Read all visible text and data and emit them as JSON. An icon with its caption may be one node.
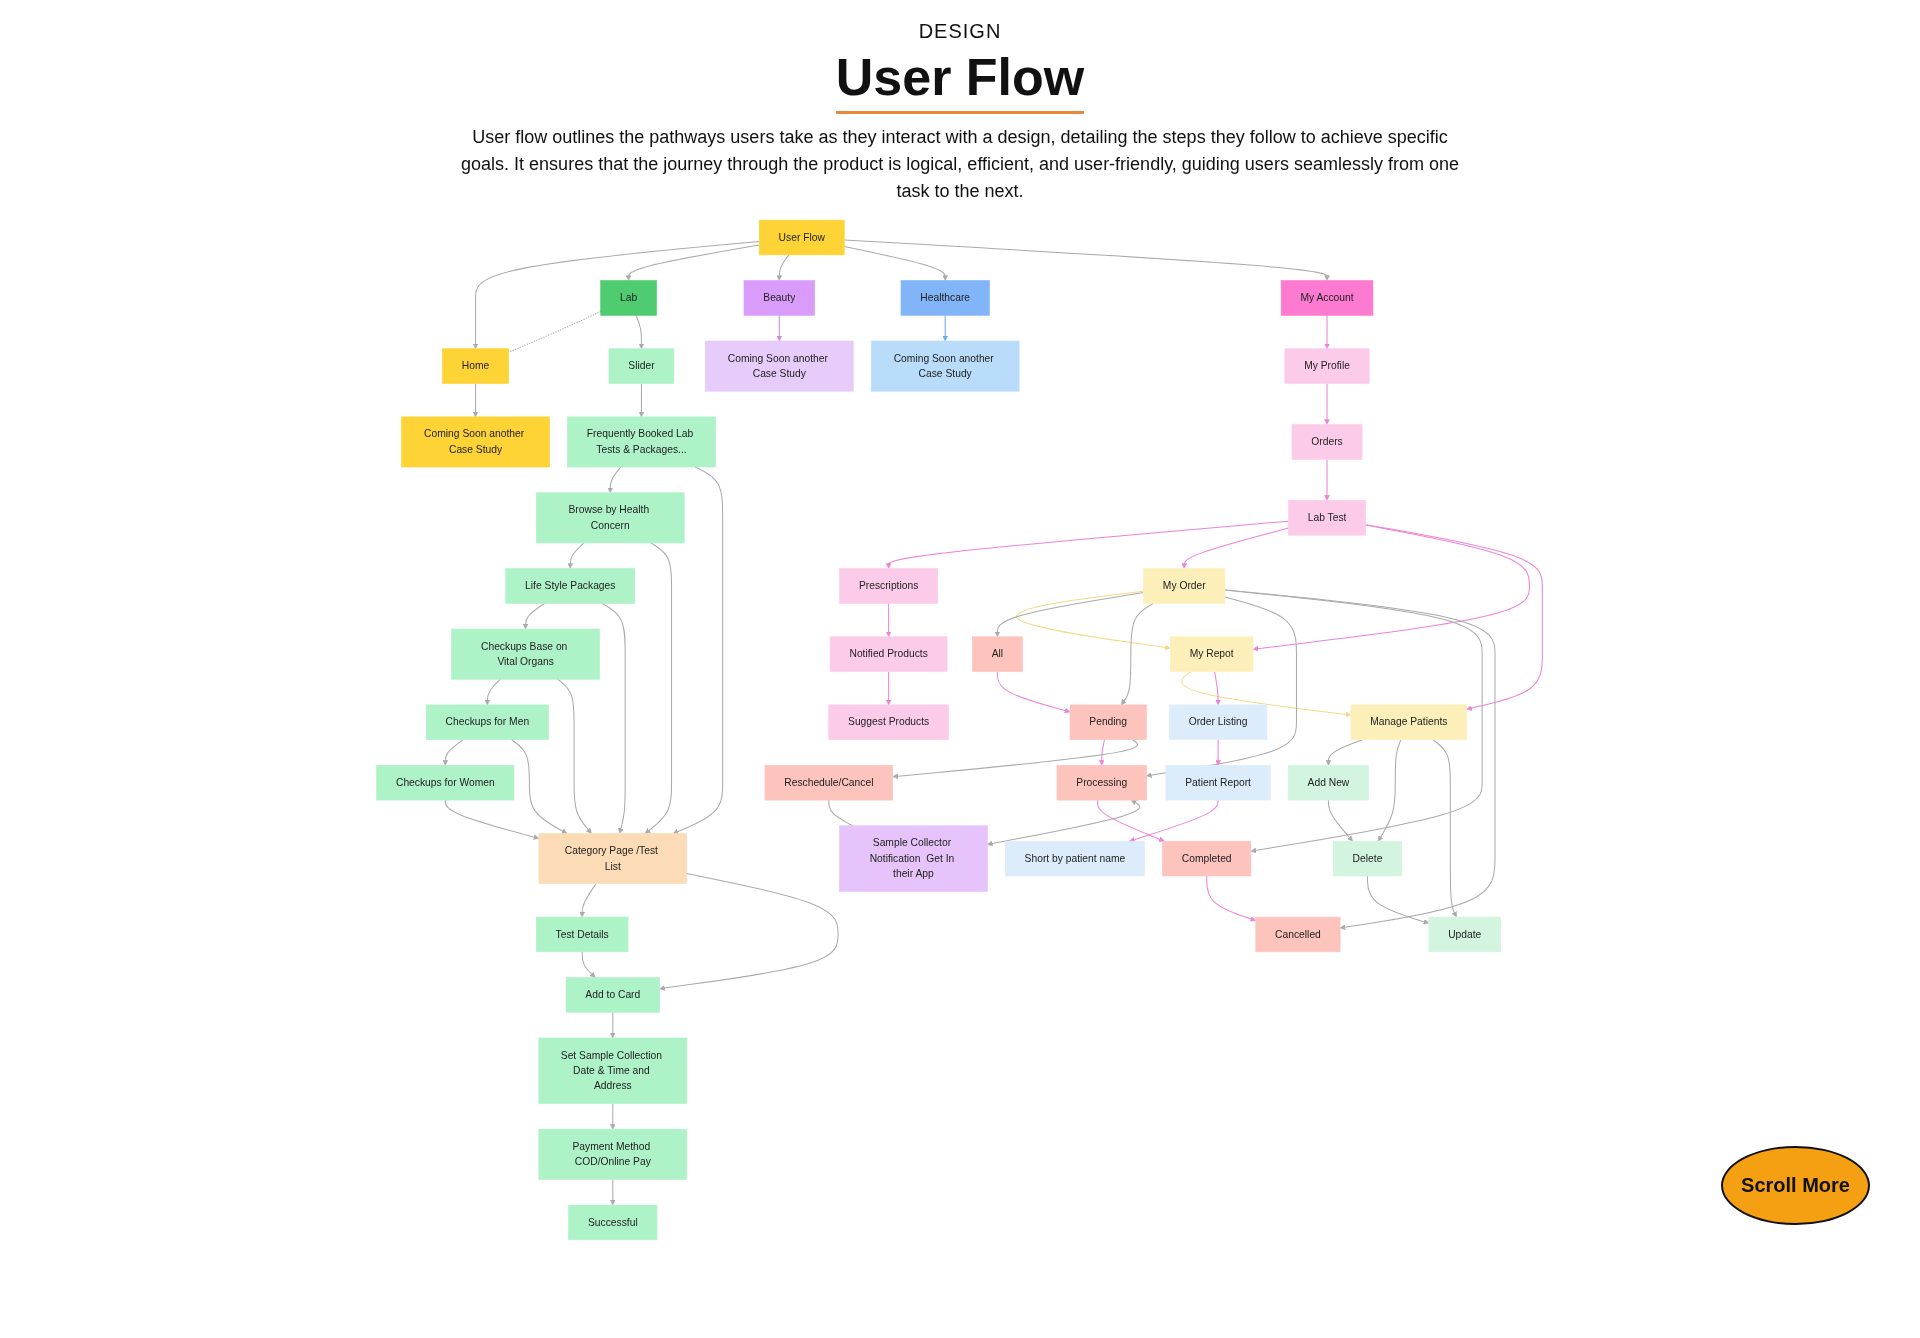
{
  "diagram": {
    "title": "User Flow",
    "caption": "User flow outlines the pathways users take as they interact with a design, detailing the steps they follow to achieve specific goals. It ensures that the journey through the product is logical, efficient, and user-friendly, guiding users seamlessly from one task to the next.",
    "nodes": [
      {
        "text": [
          "User Flow"
        ]
      },
      {
        "text": [
          "Home"
        ]
      },
      {
        "text": [
          "Lab"
        ]
      },
      {
        "text": [
          "Beauty"
        ]
      },
      {
        "text": [
          "Healthcare"
        ]
      },
      {
        "text": [
          "My Account"
        ]
      },
      {
        "text": [
          "Coming Soon another Case Study"
        ]
      },
      {
        "text": [
          "Slider"
        ]
      },
      {
        "text": [
          "Coming Soon another Case Study"
        ]
      },
      {
        "text": [
          "Coming Soon another Case Study"
        ]
      },
      {
        "text": [
          "My Profile"
        ]
      },
      {
        "text": [
          "Frequently Booked Lab Tests & Packages..."
        ]
      },
      {
        "text": [
          "Test Details"
        ]
      },
      {
        "text": [
          "Orders"
        ]
      },
      {
        "text": [
          "All"
        ]
      },
      {
        "text": [
          "Pending"
        ]
      },
      {
        "text": [
          "Reschedule/Cancel"
        ]
      },
      {
        "text": [
          "Processing"
        ]
      },
      {
        "text": [
          "Sample Collector Notification  Get In their App"
        ]
      },
      {
        "text": [
          "Browse by Health Concern"
        ]
      },
      {
        "text": [
          "Category Page /Test List"
        ]
      },
      {
        "text": [
          "Add to Card"
        ]
      },
      {
        "text": [
          "Lab Test"
        ]
      },
      {
        "text": [
          "My Order"
        ]
      },
      {
        "text": [
          "Completed"
        ]
      },
      {
        "text": [
          "Set Sample Collection Date & Time and Address"
        ]
      },
      {
        "text": [
          "My Repot"
        ]
      },
      {
        "text": [
          "Cancelled"
        ]
      },
      {
        "text": [
          "Life Style Packages"
        ]
      },
      {
        "text": [
          "Payment Method COD/Online Pay"
        ]
      },
      {
        "text": [
          "Prescriptions"
        ]
      },
      {
        "text": [
          "Order Listing"
        ]
      },
      {
        "text": [
          "Checkups Base on Vital Organs"
        ]
      },
      {
        "text": [
          "Successful"
        ]
      },
      {
        "text": [
          "Notified Products"
        ]
      },
      {
        "text": [
          "Manage Patients"
        ]
      },
      {
        "text": [
          "Add New"
        ]
      },
      {
        "text": [
          "Patient Report"
        ]
      },
      {
        "text": [
          "Checkups for Men"
        ]
      },
      {
        "text": [
          "Suggest Products"
        ]
      },
      {
        "text": [
          "Delete"
        ]
      },
      {
        "text": [
          "Short by patient name"
        ]
      },
      {
        "text": [
          "Checkups for Women"
        ]
      },
      {
        "text": [
          "Update"
        ]
      }
    ],
    "edges": [
      {
        "from": 0,
        "to": 1,
        "arrow": "to"
      },
      {
        "from": 0,
        "to": 2,
        "arrow": "to"
      },
      {
        "from": 0,
        "to": 3,
        "arrow": "to"
      },
      {
        "from": 0,
        "to": 4,
        "arrow": "to"
      },
      {
        "from": 0,
        "to": 5,
        "arrow": "to"
      },
      {
        "from": 1,
        "to": 2,
        "arrow": "none",
        "style": "dashed"
      },
      {
        "from": 1,
        "to": 6,
        "arrow": "to"
      },
      {
        "from": 2,
        "to": 7,
        "arrow": "to"
      },
      {
        "from": 3,
        "to": 8,
        "arrow": "to",
        "color": "#c98ae8"
      },
      {
        "from": 4,
        "to": 9,
        "arrow": "to",
        "color": "#6ea9ee"
      },
      {
        "from": 5,
        "to": 10,
        "arrow": "to",
        "color": "#ee82d6"
      },
      {
        "from": 7,
        "to": 11,
        "arrow": "to"
      },
      {
        "from": 11,
        "to": 19,
        "arrow": "to"
      },
      {
        "from": 19,
        "to": 28,
        "arrow": "to"
      },
      {
        "from": 28,
        "to": 32,
        "arrow": "to"
      },
      {
        "from": 32,
        "to": 38,
        "arrow": "to"
      },
      {
        "from": 38,
        "to": 42,
        "arrow": "to"
      },
      {
        "from": 11,
        "to": 20,
        "arrow": "to"
      },
      {
        "from": 19,
        "to": 20,
        "arrow": "to"
      },
      {
        "from": 28,
        "to": 20,
        "arrow": "to"
      },
      {
        "from": 32,
        "to": 20,
        "arrow": "to"
      },
      {
        "from": 38,
        "to": 20,
        "arrow": "to"
      },
      {
        "from": 42,
        "to": 20,
        "arrow": "to"
      },
      {
        "from": 20,
        "to": 12,
        "arrow": "to"
      },
      {
        "from": 20,
        "to": 21,
        "arrow": "to"
      },
      {
        "from": 12,
        "to": 21,
        "arrow": "to"
      },
      {
        "from": 21,
        "to": 25,
        "arrow": "to"
      },
      {
        "from": 25,
        "to": 29,
        "arrow": "to"
      },
      {
        "from": 29,
        "to": 33,
        "arrow": "to"
      },
      {
        "from": 10,
        "to": 13,
        "arrow": "to",
        "color": "#ee82d6"
      },
      {
        "from": 13,
        "to": 22,
        "arrow": "to",
        "color": "#ee82d6"
      },
      {
        "from": 22,
        "to": 30,
        "arrow": "to",
        "color": "#ee82d6"
      },
      {
        "from": 30,
        "to": 34,
        "arrow": "to",
        "color": "#ee82d6"
      },
      {
        "from": 34,
        "to": 39,
        "arrow": "to",
        "color": "#ee82d6"
      },
      {
        "from": 22,
        "to": 23,
        "arrow": "to",
        "color": "#ee82d6"
      },
      {
        "from": 22,
        "to": 26,
        "arrow": "to",
        "color": "#ee82d6"
      },
      {
        "from": 22,
        "to": 35,
        "arrow": "to",
        "color": "#ee82d6"
      },
      {
        "from": 23,
        "to": 26,
        "arrow": "to",
        "color": "#f5d98a"
      },
      {
        "from": 26,
        "to": 35,
        "arrow": "to",
        "color": "#f5d98a"
      },
      {
        "from": 23,
        "to": 14,
        "arrow": "to"
      },
      {
        "from": 23,
        "to": 15,
        "arrow": "to"
      },
      {
        "from": 23,
        "to": 17,
        "arrow": "to"
      },
      {
        "from": 23,
        "to": 24,
        "arrow": "to"
      },
      {
        "from": 23,
        "to": 27,
        "arrow": "to"
      },
      {
        "from": 14,
        "to": 15,
        "arrow": "to",
        "color": "#ee82d6"
      },
      {
        "from": 15,
        "to": 17,
        "arrow": "to",
        "color": "#ee82d6"
      },
      {
        "from": 17,
        "to": 24,
        "arrow": "to",
        "color": "#ee82d6"
      },
      {
        "from": 24,
        "to": 27,
        "arrow": "to",
        "color": "#ee82d6"
      },
      {
        "from": 15,
        "to": 16,
        "arrow": "to"
      },
      {
        "from": 16,
        "to": 18,
        "arrow": "none"
      },
      {
        "from": 17,
        "to": 18,
        "arrow": "both"
      },
      {
        "from": 26,
        "to": 31,
        "arrow": "to",
        "color": "#ee82d6"
      },
      {
        "from": 31,
        "to": 37,
        "arrow": "to",
        "color": "#ee82d6"
      },
      {
        "from": 37,
        "to": 41,
        "arrow": "to",
        "color": "#ee82d6"
      },
      {
        "from": 35,
        "to": 36,
        "arrow": "to"
      },
      {
        "from": 35,
        "to": 40,
        "arrow": "to"
      },
      {
        "from": 35,
        "to": 43,
        "arrow": "to"
      },
      {
        "from": 36,
        "to": 40,
        "arrow": "to"
      },
      {
        "from": 40,
        "to": 43,
        "arrow": "to"
      }
    ],
    "labels": [
      "DESIGN",
      "Scroll More"
    ]
  }
}
